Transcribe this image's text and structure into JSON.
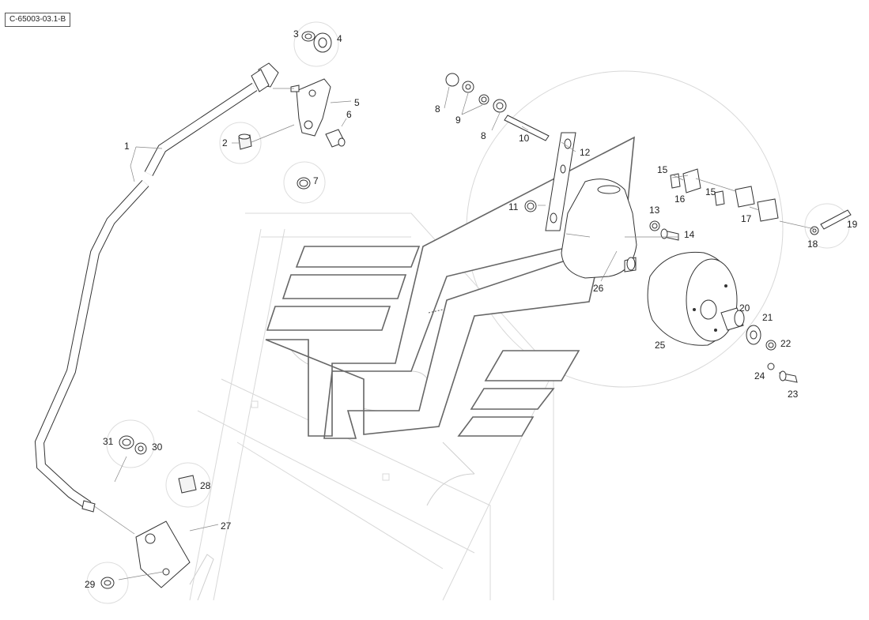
{
  "diagram": {
    "reference_code": "C-65003-03.1-B",
    "callouts": [
      "1",
      "2",
      "3",
      "4",
      "5",
      "6",
      "7",
      "8",
      "9",
      "8",
      "10",
      "11",
      "12",
      "13",
      "14",
      "15",
      "16",
      "15",
      "17",
      "18",
      "19",
      "20",
      "21",
      "22",
      "23",
      "24",
      "25",
      "26",
      "27",
      "28",
      "29",
      "30",
      "31"
    ]
  }
}
